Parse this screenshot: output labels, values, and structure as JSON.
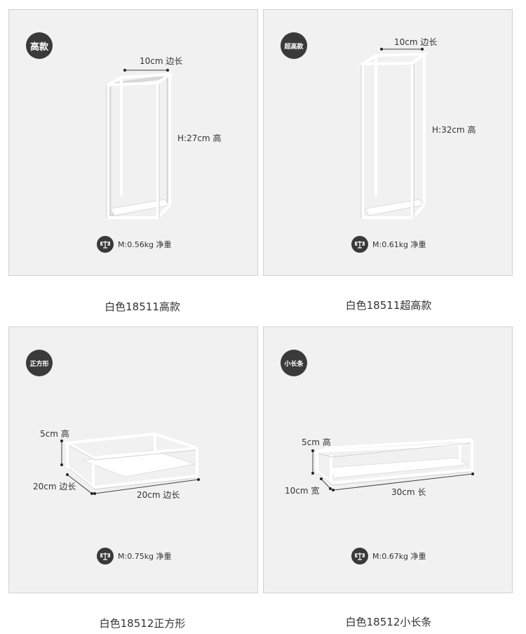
{
  "products": [
    {
      "badge": "高款",
      "dims": {
        "top": "10cm 边长",
        "height": "H:27cm  高"
      },
      "weight": "M:0.56kg 净重",
      "caption": "白色18511高款"
    },
    {
      "badge": "超高款",
      "dims": {
        "top": "10cm 边长",
        "height": "H:32cm  高"
      },
      "weight": "M:0.61kg 净重",
      "caption": "白色18511超高款"
    },
    {
      "badge": "正方形",
      "dims": {
        "height": "5cm 高",
        "side": "20cm 边长",
        "bottom": "20cm 边长"
      },
      "weight": "M:0.75kg 净重",
      "caption": "白色18512正方形"
    },
    {
      "badge": "小长条",
      "dims": {
        "height": "5cm 高",
        "side": "10cm 宽",
        "bottom": "30cm 长"
      },
      "weight": "M:0.67kg 净重",
      "caption": "白色18512小长条"
    }
  ],
  "colors": {
    "card_bg": "#f1f1f1",
    "badge_bg": "#3a3a3a",
    "frame": "#ffffff"
  },
  "icons": {
    "badge_weight": "scale-icon"
  }
}
